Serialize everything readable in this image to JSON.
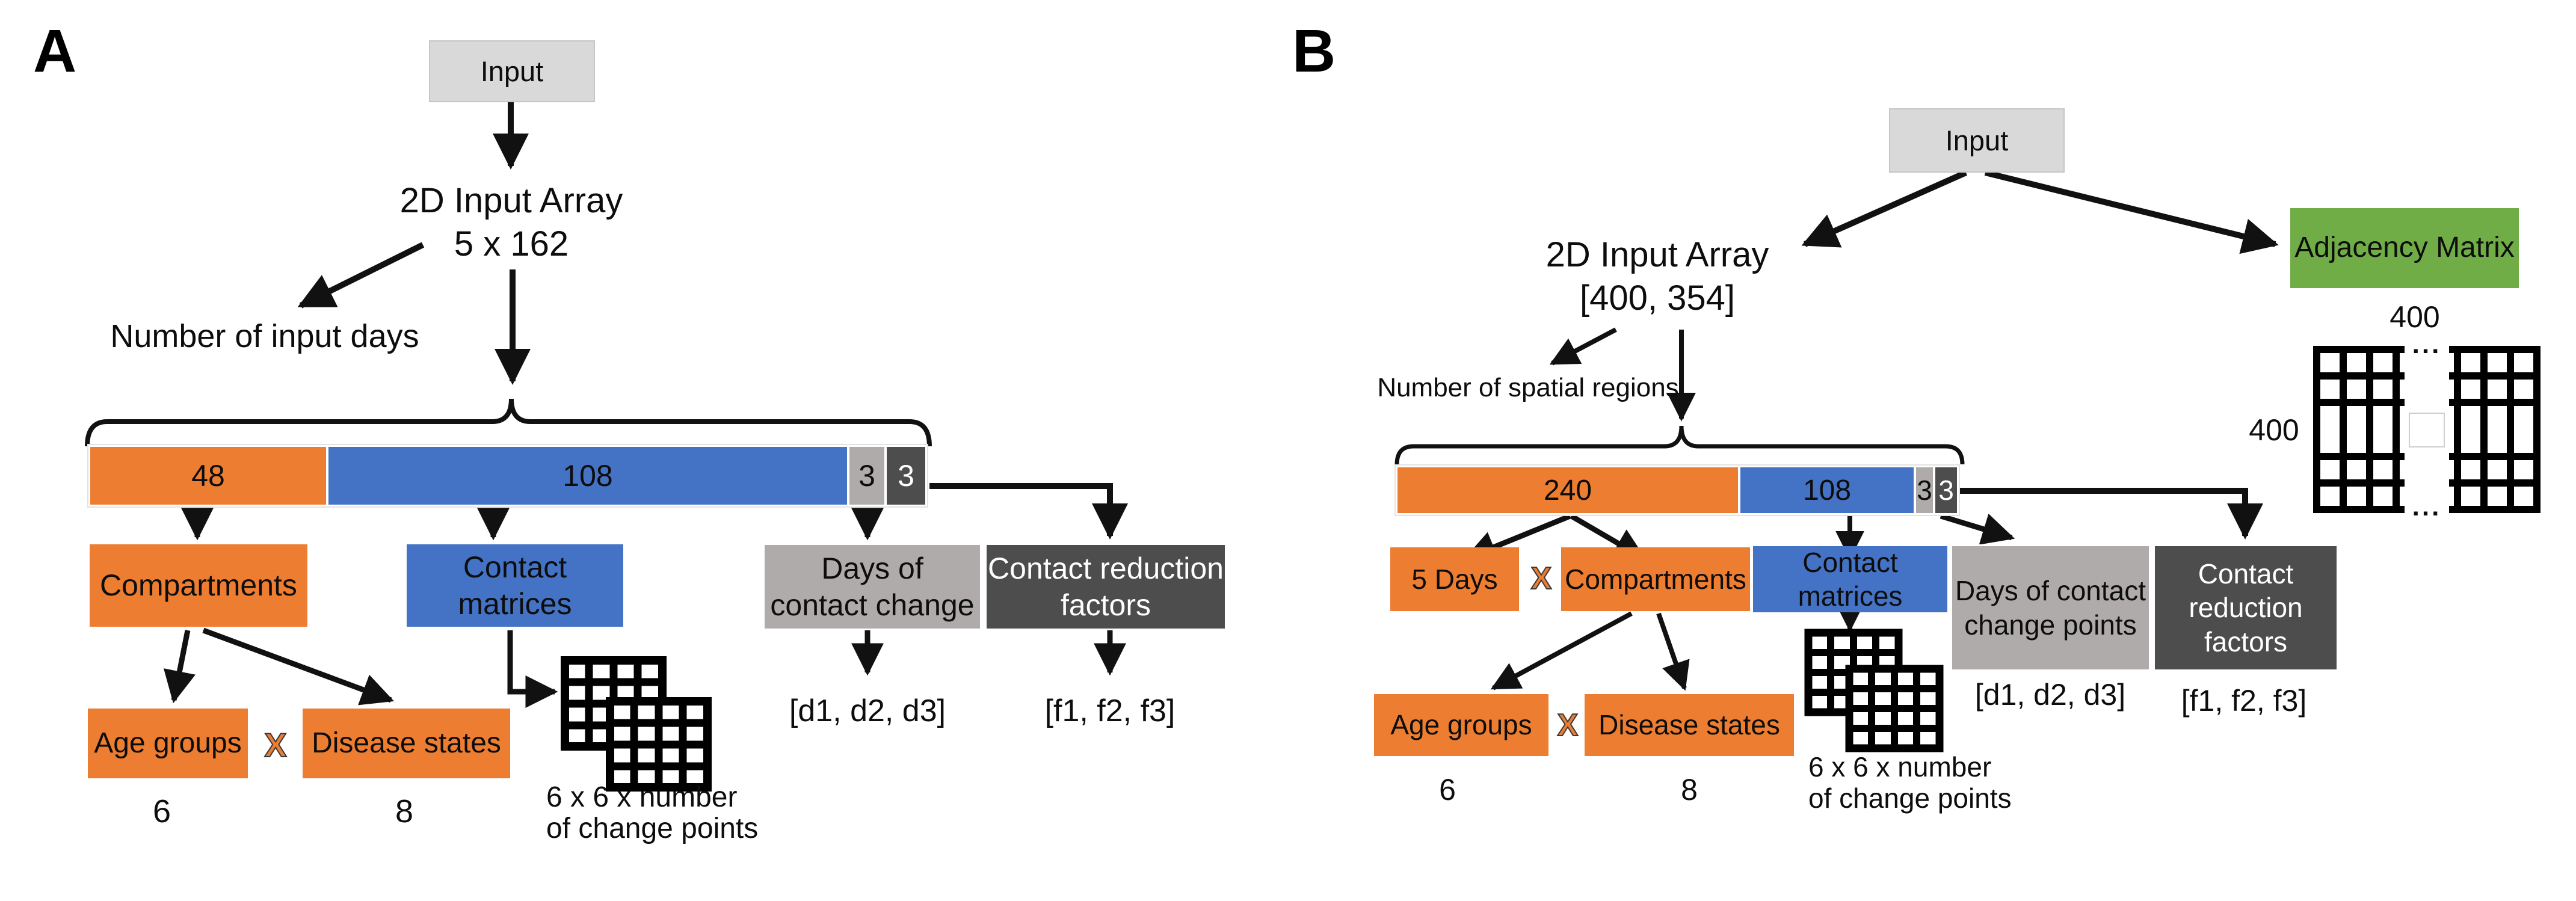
{
  "colors": {
    "orange": "#ED7D31",
    "blue": "#4472C4",
    "light_gray": "#AFABAB",
    "dark_gray": "#4D4D4D",
    "input_gray": "#D9D9D9",
    "green": "#70AD47"
  },
  "panelA": {
    "label": "A",
    "input_label": "Input",
    "array_title": "2D Input Array",
    "array_shape": "5 x 162",
    "days_annotation": "Number of input days",
    "bar": {
      "compartments": "48",
      "contact_matrices": "108",
      "days": "3",
      "factors": "3"
    },
    "compartments_box": "Compartments",
    "contact_matrices_line1": "Contact",
    "contact_matrices_line2": "matrices",
    "days_box_line1": "Days of",
    "days_box_line2": "contact change",
    "factors_box_line1": "Contact reduction",
    "factors_box_line2": "factors",
    "age_groups_box": "Age groups",
    "times": "X",
    "disease_states_box": "Disease states",
    "age_groups_count": "6",
    "disease_states_count": "8",
    "matrix_note_line1": "6 x 6 x number",
    "matrix_note_line2": "of change points",
    "days_values": "[d1, d2, d3]",
    "factor_values": "[f1, f2, f3]"
  },
  "panelB": {
    "label": "B",
    "input_label": "Input",
    "array_title": "2D Input Array",
    "array_shape": "[400, 354]",
    "adjacency_box": "Adjacency Matrix",
    "adjacency_dim_top": "400",
    "adjacency_dim_left": "400",
    "adjacency_ellipsis_top": "...",
    "adjacency_ellipsis_bottom": "...",
    "regions_annotation": "Number of spatial regions",
    "bar": {
      "days_compartments": "240",
      "contact_matrices": "108",
      "days": "3",
      "factors": "3"
    },
    "five_days_box": "5 Days",
    "times1": "X",
    "compartments_box": "Compartments",
    "contact_matrices_line1": "Contact",
    "contact_matrices_line2": "matrices",
    "days_box_line1": "Days of contact",
    "days_box_line2": "change points",
    "factors_box_line1": "Contact",
    "factors_box_line2": "reduction",
    "factors_box_line3": "factors",
    "age_groups_box": "Age groups",
    "times2": "X",
    "disease_states_box": "Disease states",
    "age_groups_count": "6",
    "disease_states_count": "8",
    "matrix_note_line1": "6 x 6 x number",
    "matrix_note_line2": "of change points",
    "days_values": "[d1, d2, d3]",
    "factor_values": "[f1, f2, f3]"
  }
}
